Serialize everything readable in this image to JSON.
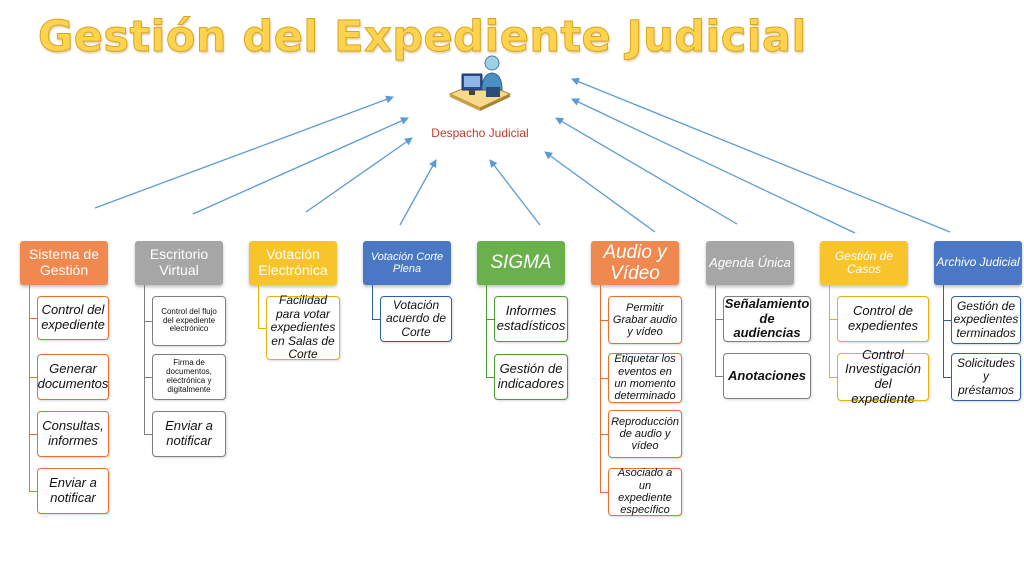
{
  "title": "Gestión del Expediente Judicial",
  "hub": {
    "label": "Despacho Judicial",
    "icon": "person-at-computer-icon"
  },
  "branches": [
    {
      "id": "sistema",
      "label": "Sistema de Gestión",
      "color": "#f0894f",
      "line": "#e86f2e",
      "children": [
        "Control del expediente",
        "Generar documentos",
        "Consultas, informes",
        "Enviar a notificar"
      ]
    },
    {
      "id": "escritorio",
      "label": "Escritorio Virtual",
      "color": "#a6a6a6",
      "line": "#7f7f7f",
      "children": [
        "Control del flujo del expediente electrónico",
        "Firma de documentos, electrónica y digitalmente",
        "Enviar a notificar"
      ]
    },
    {
      "id": "votacion-electronica",
      "label": "Votación Electrónica",
      "color": "#f7c42b",
      "line": "#e8b00c",
      "children": [
        "Facilidad para votar expedientes en Salas de Corte"
      ]
    },
    {
      "id": "votacion-corte",
      "label": "Votación Corte Plena",
      "color": "#4a78c4",
      "line": "#2f5fae",
      "children": [
        "Votación acuerdo de Corte"
      ]
    },
    {
      "id": "sigma",
      "label": "SIGMA",
      "color": "#6ab04c",
      "line": "#4e9a2e",
      "children": [
        "Informes estadísticos",
        "Gestión de indicadores"
      ]
    },
    {
      "id": "audio-video",
      "label": "Audio y Vídeo",
      "color": "#f0894f",
      "line": "#e86f2e",
      "children": [
        "Permitir Grabar audio y vídeo",
        "Etiquetar los eventos en un momento determinado",
        "Reproducción de audio y vídeo",
        "Asociado a un expediente específico"
      ]
    },
    {
      "id": "agenda",
      "label": "Agenda Única",
      "color": "#a6a6a6",
      "line": "#7f7f7f",
      "children": [
        "Señalamiento de audiencias",
        "Anotaciones"
      ]
    },
    {
      "id": "gestion-casos",
      "label": "Gestión de Casos",
      "color": "#f7c42b",
      "line": "#e8b00c",
      "children": [
        "Control de expedientes",
        "Control Investigación del expediente"
      ]
    },
    {
      "id": "archivo",
      "label": "Archivo Judicial",
      "color": "#4a78c4",
      "line": "#2f5fae",
      "children": [
        "Gestión de expedientes terminados",
        "Solicitudes y préstamos"
      ]
    }
  ]
}
